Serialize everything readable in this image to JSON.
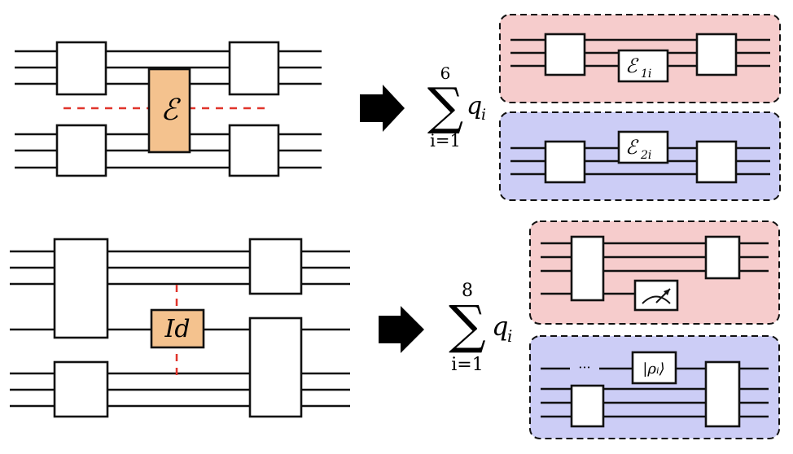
{
  "colors": {
    "channel_fill": "#f4c28e",
    "panel_red": "#f6cccc",
    "panel_blue": "#cccdf6",
    "cut_line": "#e0342b"
  },
  "top": {
    "channel_label": "ℰ",
    "sum_upper": "6",
    "sum_lower": "i=1",
    "sum_symbol": "∑",
    "weight": "q",
    "weight_index": "i",
    "term_red": {
      "channel_main": "ℰ",
      "channel_sub": "1i"
    },
    "term_blue": {
      "channel_main": "ℰ",
      "channel_sub": "2i"
    }
  },
  "bottom": {
    "identity_label": "Id",
    "sum_upper": "8",
    "sum_lower": "i=1",
    "sum_symbol": "∑",
    "weight": "q",
    "weight_index": "i",
    "term_red": {
      "measurement_icon": "meter-icon"
    },
    "term_blue": {
      "dots": "···",
      "state_label": "|ρᵢ⟩"
    }
  }
}
